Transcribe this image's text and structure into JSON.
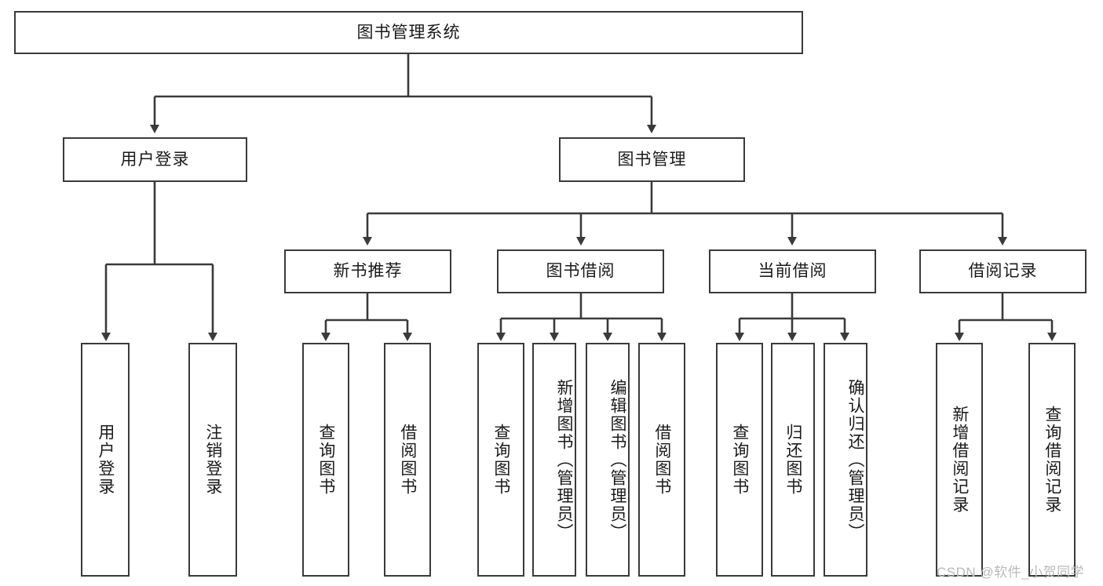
{
  "diagram": {
    "title": "图书管理系统",
    "type": "功能结构图",
    "background_color": "#ffffff",
    "border_color": "#3a3a3a",
    "text_color": "#1a1a1a"
  },
  "root": {
    "label": "图书管理系统"
  },
  "level1": [
    {
      "label": "用户登录"
    },
    {
      "label": "图书管理"
    }
  ],
  "level2": [
    {
      "label": "新书推荐"
    },
    {
      "label": "图书借阅"
    },
    {
      "label": "当前借阅"
    },
    {
      "label": "借阅记录"
    }
  ],
  "leaves": {
    "user_login": [
      {
        "label": "用户登录"
      },
      {
        "label": "注销登录"
      }
    ],
    "new_book_rec": [
      {
        "label": "查询图书"
      },
      {
        "label": "借阅图书"
      }
    ],
    "book_borrow": [
      {
        "label": "查询图书"
      },
      {
        "label": "新增图书（管理员）"
      },
      {
        "label": "编辑图书（管理员）"
      },
      {
        "label": "借阅图书"
      }
    ],
    "current_borrow": [
      {
        "label": "查询图书"
      },
      {
        "label": "归还图书"
      },
      {
        "label": "确认归还（管理员）"
      }
    ],
    "borrow_record": [
      {
        "label": "新增借阅记录"
      },
      {
        "label": "查询借阅记录"
      }
    ]
  },
  "watermark": {
    "text": "CSDN @软件_小贺同学"
  }
}
